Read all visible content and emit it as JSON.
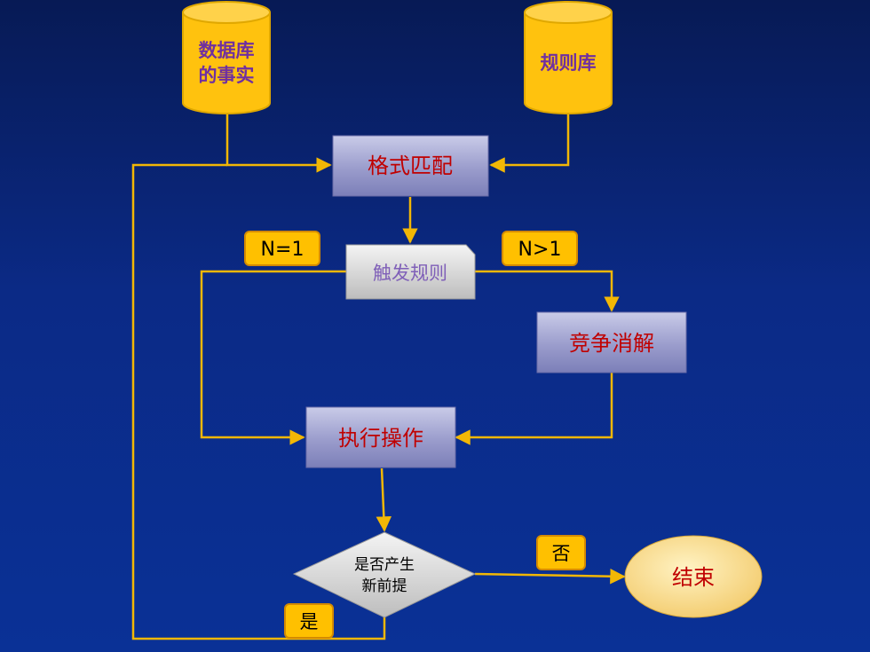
{
  "nodes": {
    "db_facts": {
      "line1": "数据库",
      "line2": "的事实"
    },
    "rule_base": {
      "label": "规则库"
    },
    "pattern_match": {
      "label": "格式匹配"
    },
    "trigger_rule": {
      "label": "触发规则"
    },
    "conflict_resolution": {
      "label": "竞争消解"
    },
    "execute": {
      "label": "执行操作"
    },
    "decision": {
      "line1": "是否产生",
      "line2": "新前提"
    },
    "end": {
      "label": "结束"
    }
  },
  "edge_labels": {
    "n_eq_1": "N=1",
    "n_gt_1": "N>1",
    "no": "否",
    "yes": "是"
  },
  "colors": {
    "arrow": "#f2b705",
    "cylinder_fill": "#ffc20e",
    "cylinder_text": "#7030a0",
    "box_text": "#c00000",
    "trigger_text": "#7f5fb8",
    "label_fill": "#ffc000",
    "end_text": "#c00000"
  }
}
